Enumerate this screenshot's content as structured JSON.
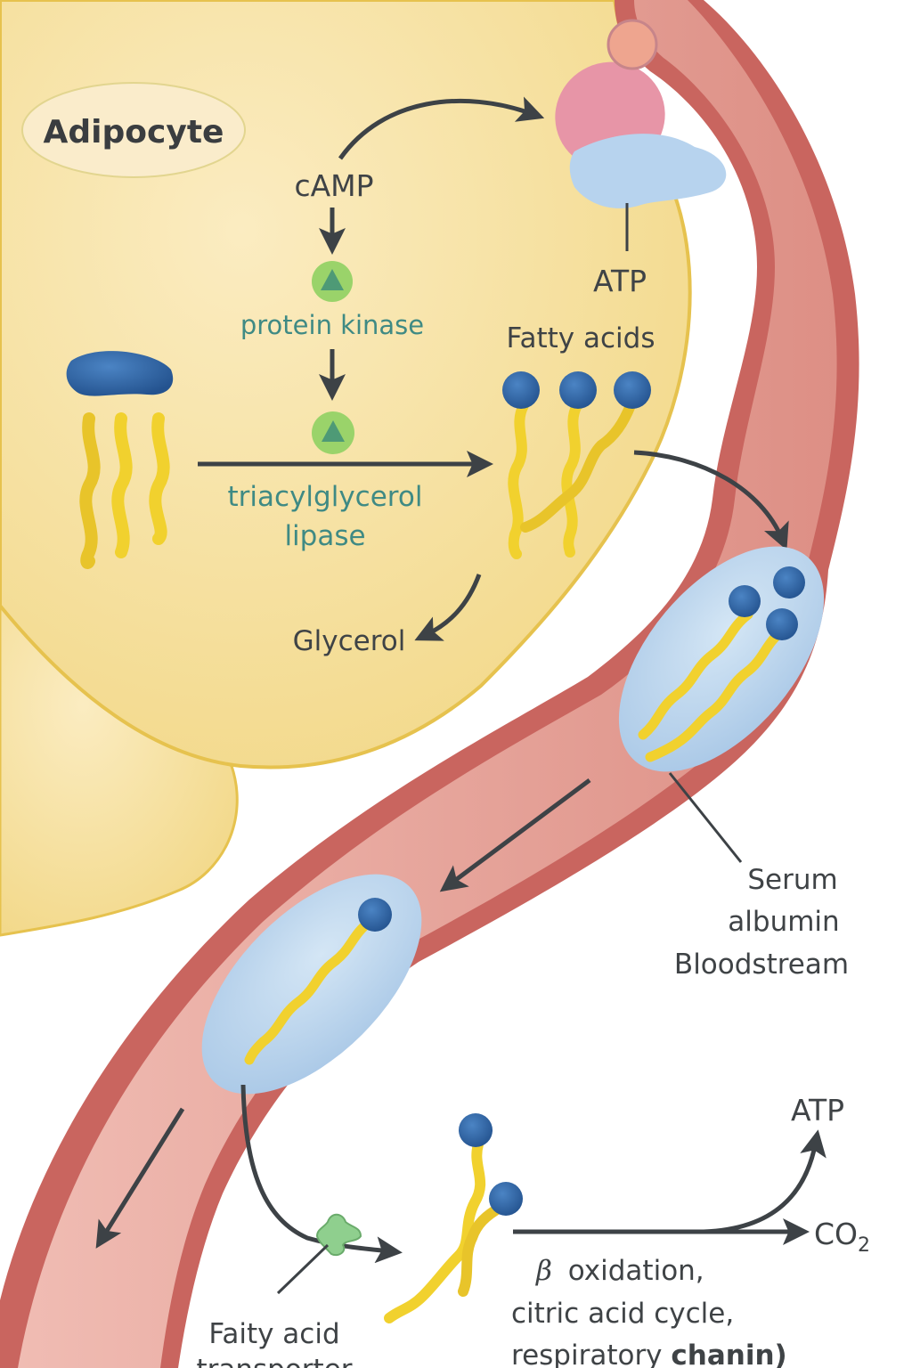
{
  "title": "Mobilization of stored fat: adipocyte lipolysis and transport to tissues",
  "labels": {
    "adipocyte": "Adipocyte",
    "camp": "cAMP",
    "protein_kinase": "protein kinase",
    "atp_top": "ATP",
    "fatty_acids": "Fatty acids",
    "lipase_line1": "triacylglycerol",
    "lipase_line2": "lipase",
    "glycerol": "Glycerol",
    "serum": "Serum",
    "albumin": "albumin",
    "bloodstream": "Bloodstream",
    "atp_bottom": "ATP",
    "co2_main": "CO",
    "co2_sub": "2",
    "beta_symbol": "β",
    "oxidation_line1": "oxidation,",
    "oxidation_line2": "citric acid cycle,",
    "oxidation_line3_a": "respiratory ",
    "oxidation_line3_b": "chanin)",
    "transporter_line1": "Faity acid",
    "transporter_line2": "transporter"
  },
  "colors": {
    "adipocyte_fill": "#f5dd98",
    "adipocyte_edge": "#e6c24e",
    "vessel_wall": "#c9655f",
    "vessel_lumen": "#eaa9a0",
    "albumin_fill": "#bcd5ec",
    "head_blue": "#2d64a3",
    "tail_yellow": "#f1d12e",
    "enzyme_green": "#9ad36a",
    "enzyme_teal": "#4e9a76",
    "receptor_pink": "#e795a7",
    "hormone_peach": "#eea58f",
    "gprotein_blue": "#b7d3ee",
    "transporter_green": "#8fcf8e",
    "arrow_gray": "#3d4246",
    "text_teal": "#3f8a84"
  }
}
